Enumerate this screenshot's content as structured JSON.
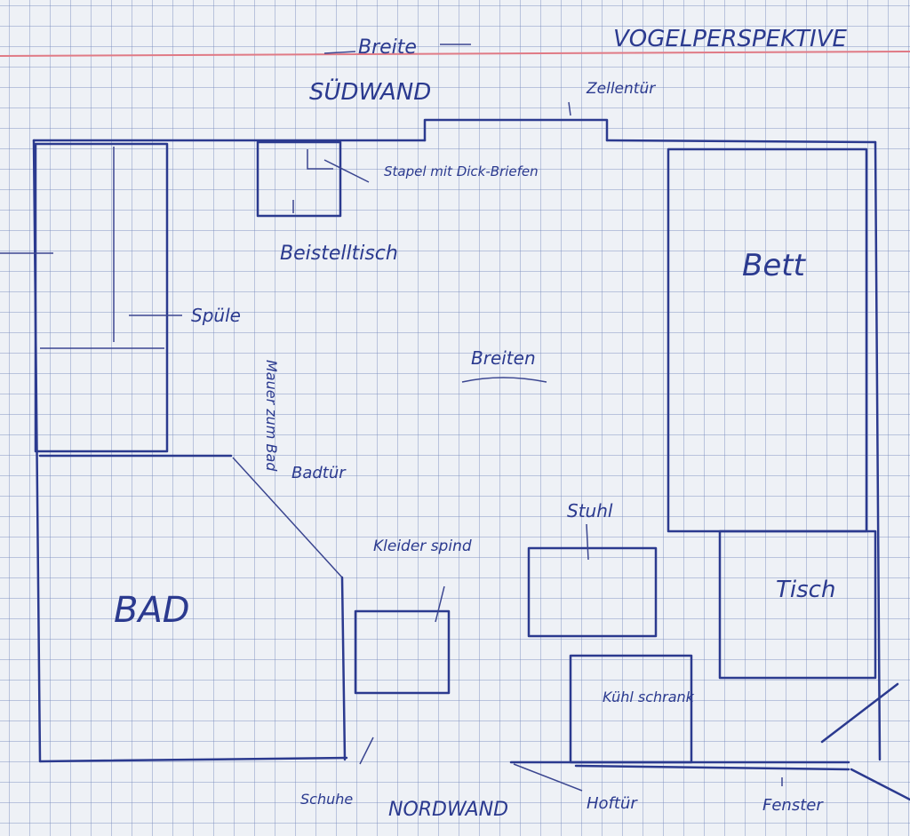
{
  "title": "VOGELPERSPEKTIVE",
  "width_top": "Breite",
  "south_wall": "SÜDWAND",
  "north_wall": "NORDWAND",
  "cell_door": "Zellentür",
  "stack": "Stapel mit Dick-Briefen",
  "side_table": "Beistelltisch",
  "sink": "Spüle",
  "bath_wall": "Mauer zum Bad",
  "bath_door": "Badtür",
  "bath": "BAD",
  "width_mid": "Breiten",
  "bed": "Bett",
  "table": "Tisch",
  "chair": "Stuhl",
  "wardrobe": "Kleider spind",
  "fridge": "Kühl schrank",
  "shoes": "Schuhe",
  "yard_door": "Hoftür",
  "window": "Fenster",
  "colors": {
    "ink": "#2b3a8f",
    "margin_line": "#e07a85"
  }
}
